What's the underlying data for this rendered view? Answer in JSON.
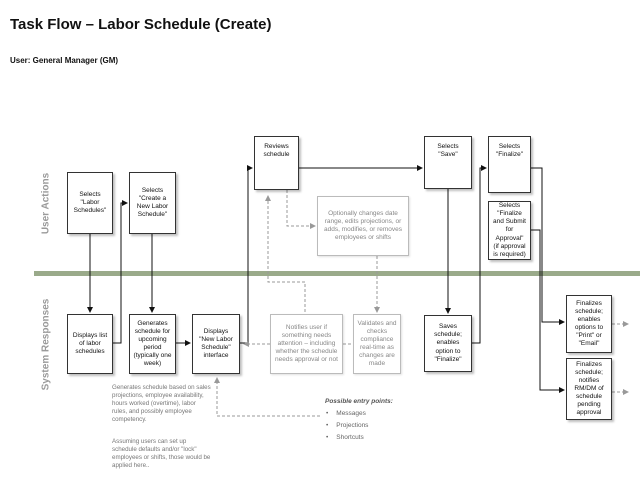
{
  "title": "Task Flow – Labor Schedule (Create)",
  "user": "User: General Manager (GM)",
  "lanes": {
    "user_actions": "User Actions",
    "system_responses": "System Responses"
  },
  "boxes": {
    "select_labor_schedules": "Selects \"Labor Schedules\"",
    "select_create_new": "Selects \"Create a New Labor Schedule\"",
    "reviews_schedule": "Reviews schedule",
    "optional_changes": "Optionally changes date range, edits projections, or adds, modifies, or removes employees or shifts",
    "select_save": "Selects \"Save\"",
    "select_finalize": "Selects \"Finalize\"",
    "select_finalize_submit": "Selects \"Finalize and Submit for Approval\" (if approval is required)",
    "displays_list": "Displays list of labor schedules",
    "generates_schedule": "Generates schedule for upcoming period (typically one week)",
    "displays_interface": "Displays \"New Labor Schedule\" interface",
    "notifies_user": "Notifies user if something needs attention – including whether the schedule needs approval or not",
    "validates": "Validates and checks compliance real-time as changes are made",
    "saves_schedule": "Saves schedule; enables option to \"Finalize\"",
    "finalizes_print": "Finalizes schedule; enables options to \"Print\" or \"Email\"",
    "finalizes_notify": "Finalizes schedule; notifies RM/DM of schedule pending approval"
  },
  "notes": {
    "generation": "Generates schedule based on sales projections, employee availability, hours worked (overtime), labor rules, and possibly employee competency.",
    "defaults": "Assuming users can set up schedule defaults and/or \"lock\" employees or shifts, those would be applied here.."
  },
  "entry_points": {
    "title": "Possible entry points:",
    "items": [
      "Messages",
      "Projections",
      "Shortcuts"
    ]
  }
}
